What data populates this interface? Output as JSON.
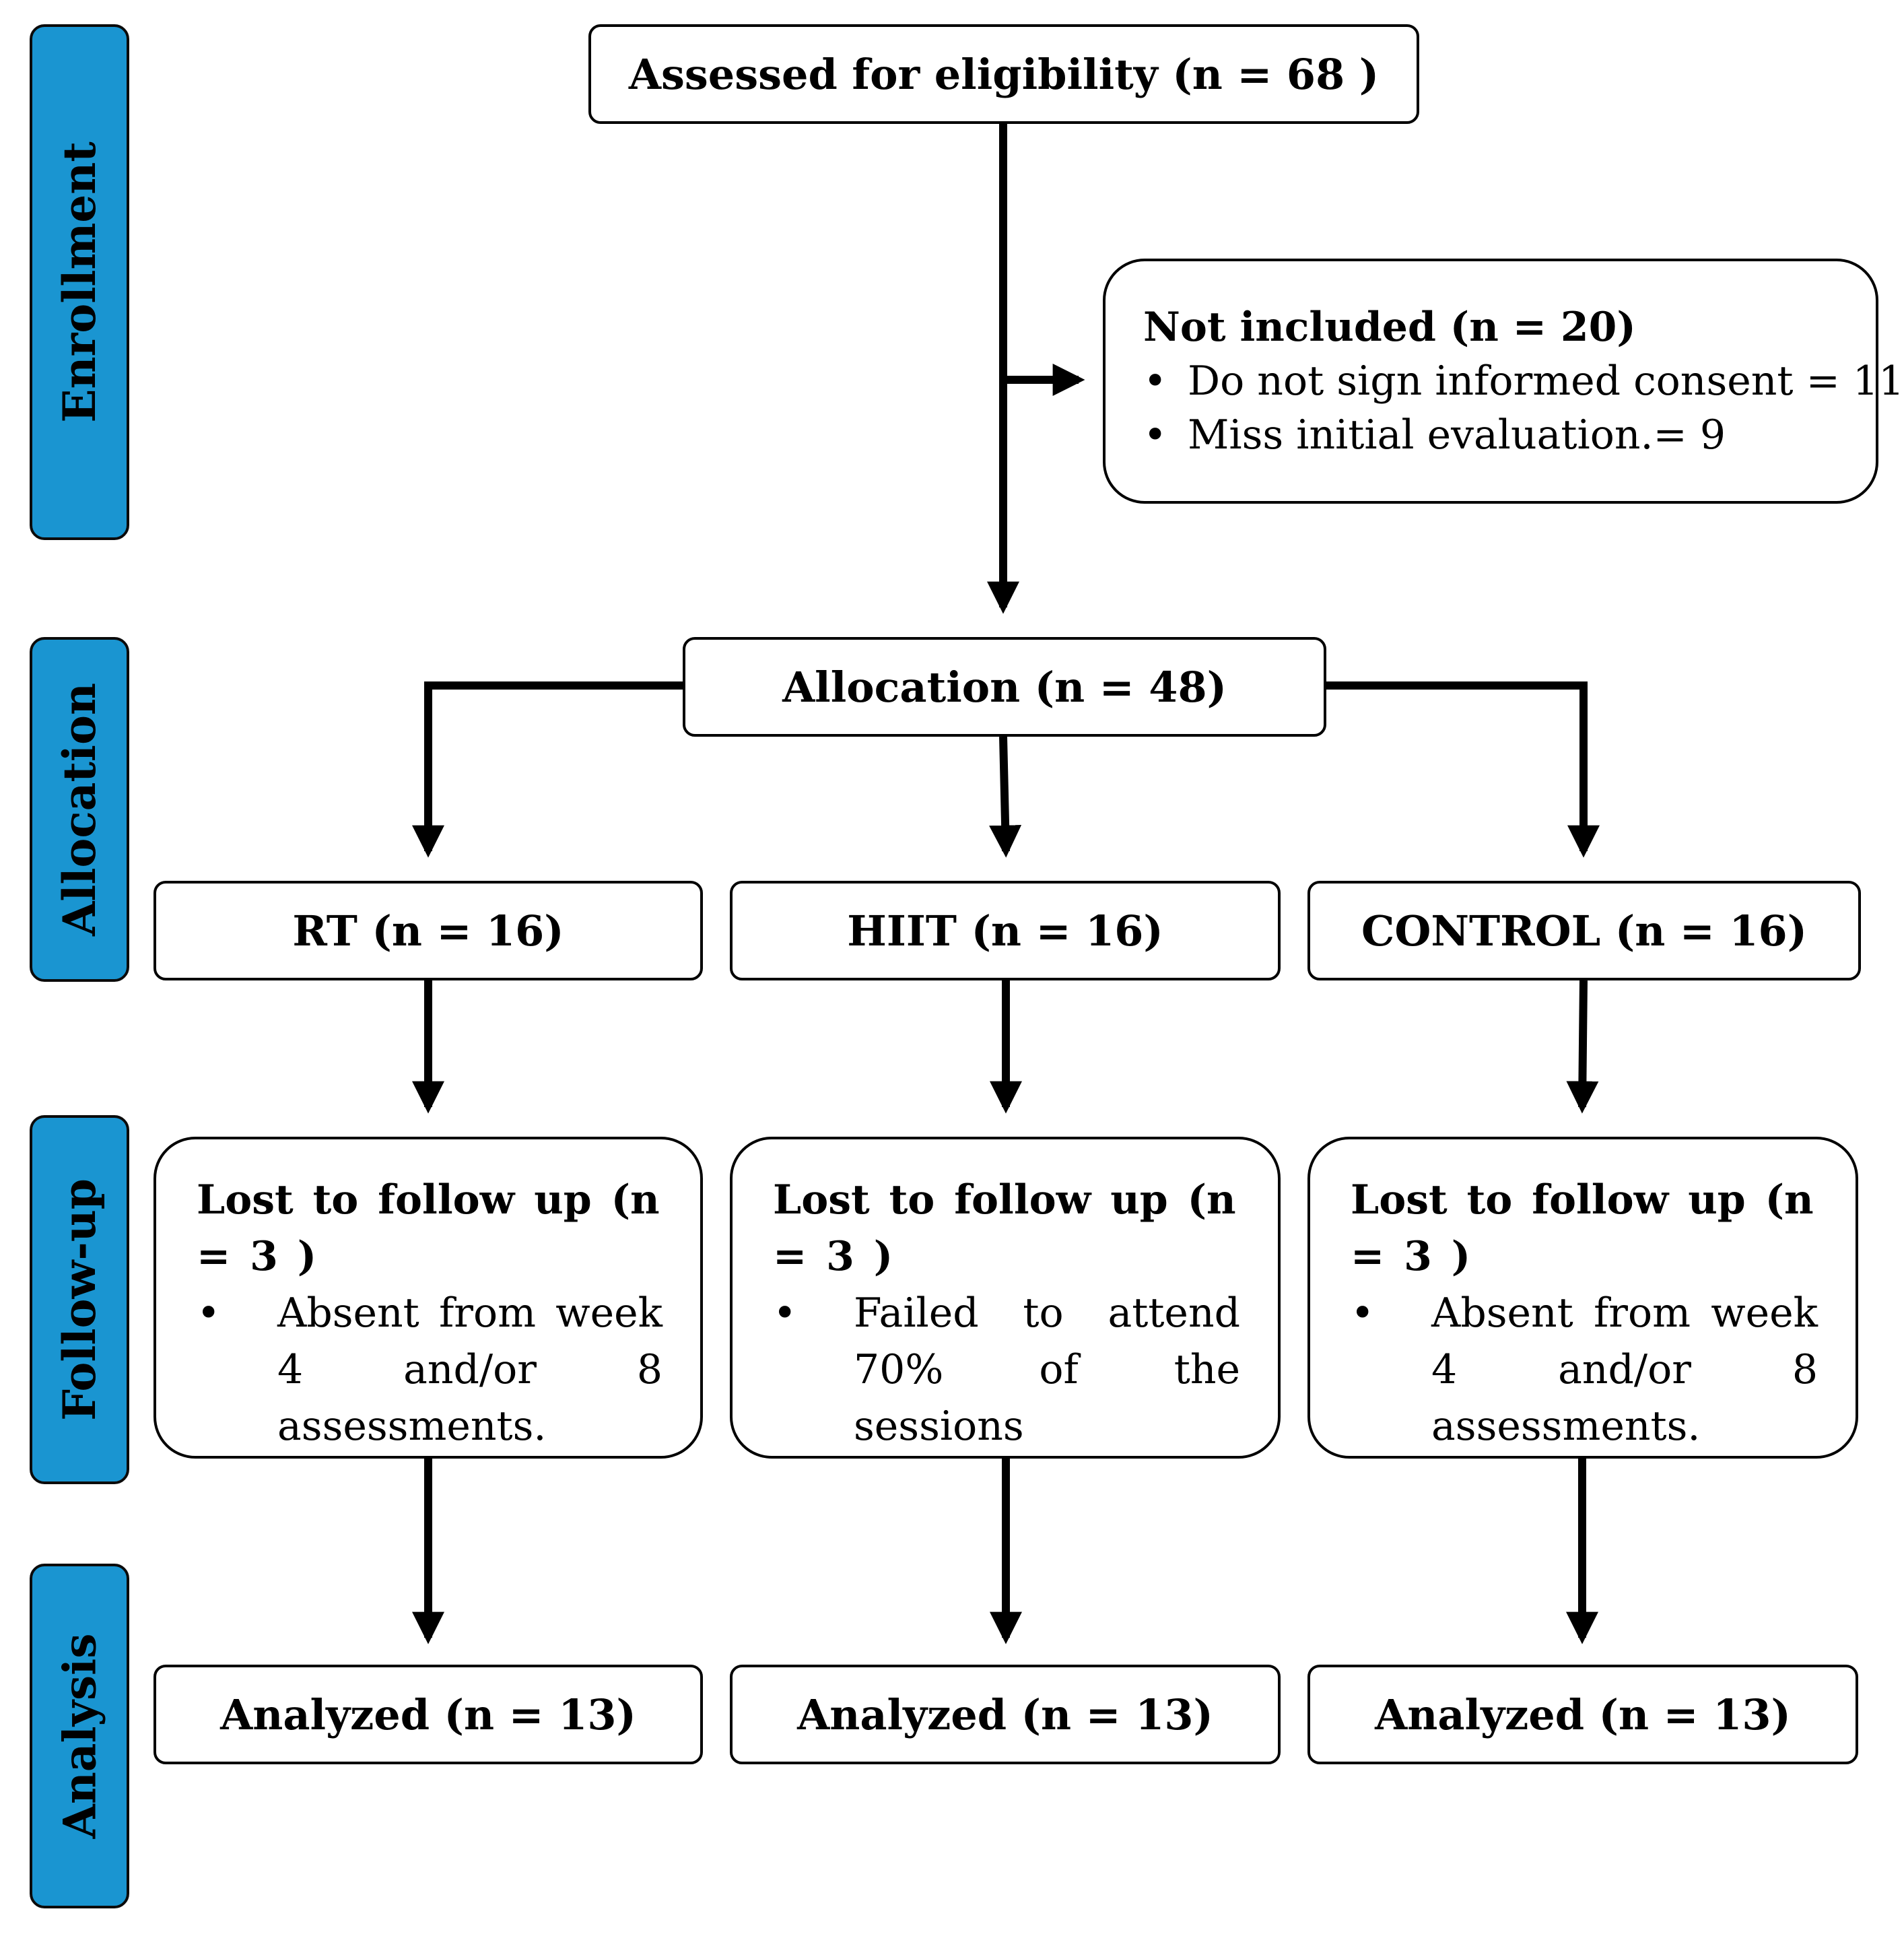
{
  "phases": {
    "enrollment": "Enrollment",
    "allocation": "Allocation",
    "followup": "Follow-up",
    "analysis": "Analysis"
  },
  "assessed": "Assessed for eligibility (n = 68 )",
  "not_included": {
    "title": "Not included (n = 20)",
    "items": [
      "Do not sign informed consent = 11",
      "Miss initial evaluation.= 9"
    ]
  },
  "allocation": "Allocation (n = 48)",
  "groups": [
    "RT (n = 16)",
    "HIIT (n = 16)",
    "CONTROL (n = 16)"
  ],
  "lost": [
    {
      "title": "Lost to follow up (n = 3 )",
      "item": "Absent from week 4 and/or 8 assessments."
    },
    {
      "title": "Lost to follow up (n = 3 )",
      "item": "Failed to attend 70% of the sessions"
    },
    {
      "title": "Lost to follow up (n = 3 )",
      "item": "Absent from week 4 and/or 8 assessments."
    }
  ],
  "analyzed": [
    "Analyzed (n = 13)",
    "Analyzed (n = 13)",
    "Analyzed (n = 13)"
  ],
  "bullet": "•",
  "colors": {
    "phase_fill": "#1a95d1",
    "line": "#000000"
  }
}
